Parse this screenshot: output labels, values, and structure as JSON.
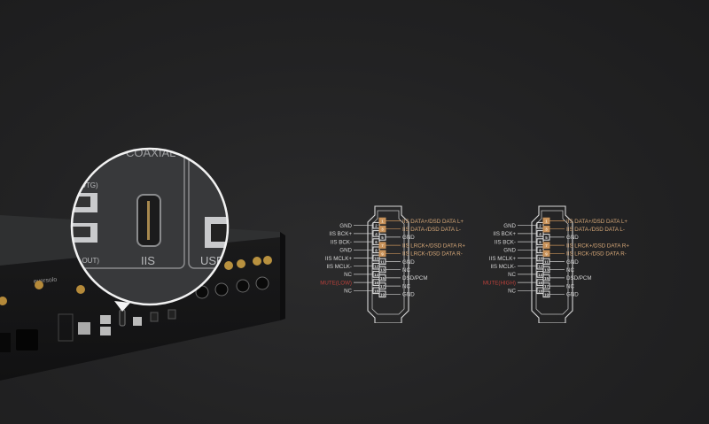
{
  "product": {
    "brand": "eversolo",
    "magnifier": {
      "section_label": "COAXIAL",
      "port_label": "IIS",
      "usb_label": "USB",
      "otg_label": "(OTG)",
      "out_label": "O OUT)"
    }
  },
  "colors": {
    "signal_pin": "#c8925a",
    "signal_text": "#d7a878",
    "normal_text": "#d4d4d4",
    "mute_text": "#b8403a",
    "pin_box": "#e8e8e8"
  },
  "pinouts": [
    {
      "variant": "low",
      "left_pins": [
        {
          "num": "2",
          "label": "GND"
        },
        {
          "num": "4",
          "label": "IIS BCK+"
        },
        {
          "num": "6",
          "label": "IIS BCK-"
        },
        {
          "num": "8",
          "label": "GND"
        },
        {
          "num": "10",
          "label": "IIS MCLK+"
        },
        {
          "num": "12",
          "label": "IIS MCLK-"
        },
        {
          "num": "14",
          "label": "NC"
        },
        {
          "num": "16",
          "label": "MUTE(LOW)",
          "mute": true
        },
        {
          "num": "18",
          "label": "NC"
        }
      ],
      "right_pins": [
        {
          "num": "1",
          "label": "IIS DATA+/DSD DATA L+",
          "signal": true
        },
        {
          "num": "3",
          "label": "IIS DATA-/DSD DATA L-",
          "signal": true
        },
        {
          "num": "5",
          "label": "GND"
        },
        {
          "num": "7",
          "label": "IIS LRCK+/DSD DATA R+",
          "signal": true
        },
        {
          "num": "9",
          "label": "IIS LRCK-/DSD DATA R-",
          "signal": true
        },
        {
          "num": "11",
          "label": "GND"
        },
        {
          "num": "13",
          "label": "NC"
        },
        {
          "num": "15",
          "label": "DSD/PCM"
        },
        {
          "num": "17",
          "label": "NC"
        },
        {
          "num": "19",
          "label": "GND"
        }
      ]
    },
    {
      "variant": "high",
      "left_pins": [
        {
          "num": "2",
          "label": "GND"
        },
        {
          "num": "4",
          "label": "IIS BCK+"
        },
        {
          "num": "6",
          "label": "IIS BCK-"
        },
        {
          "num": "8",
          "label": "GND"
        },
        {
          "num": "10",
          "label": "IIS MCLK+"
        },
        {
          "num": "12",
          "label": "IIS MCLK-"
        },
        {
          "num": "14",
          "label": "NC"
        },
        {
          "num": "16",
          "label": "MUTE(HIGH)",
          "mute": true
        },
        {
          "num": "18",
          "label": "NC"
        }
      ],
      "right_pins": [
        {
          "num": "1",
          "label": "IIS DATA+/DSD DATA L+",
          "signal": true
        },
        {
          "num": "3",
          "label": "IIS DATA-/DSD DATA L-",
          "signal": true
        },
        {
          "num": "5",
          "label": "GND"
        },
        {
          "num": "7",
          "label": "IIS LRCK+/DSD DATA R+",
          "signal": true
        },
        {
          "num": "9",
          "label": "IIS LRCK-/DSD DATA R-",
          "signal": true
        },
        {
          "num": "11",
          "label": "GND"
        },
        {
          "num": "13",
          "label": "NC"
        },
        {
          "num": "15",
          "label": "DSD/PCM"
        },
        {
          "num": "17",
          "label": "NC"
        },
        {
          "num": "19",
          "label": "GND"
        }
      ]
    }
  ]
}
